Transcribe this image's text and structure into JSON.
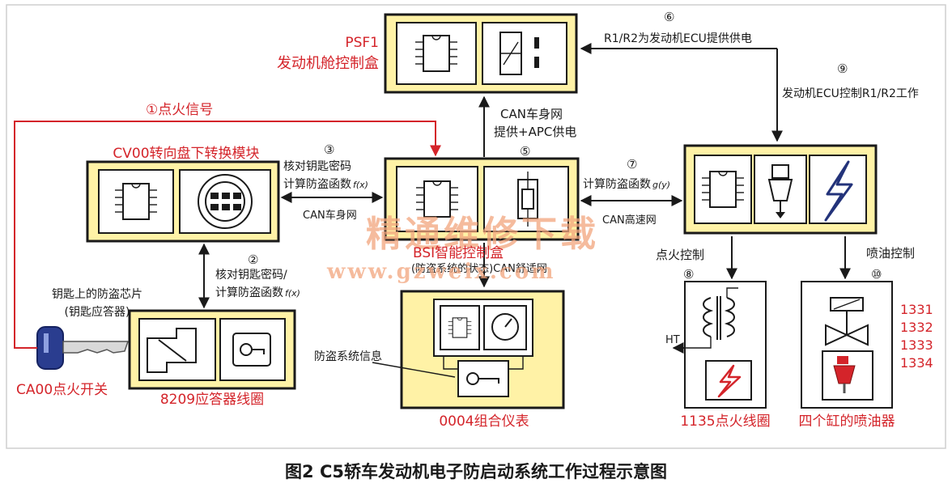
{
  "caption": "图2 C5轿车发动机电子防启动系统工作过程示意图",
  "watermark": {
    "text": "精通维修下载",
    "url": "www.gzweix.com"
  },
  "components": {
    "psf1": {
      "line1": "PSF1",
      "line2": "发动机舱控制盒"
    },
    "cv00": {
      "label": "CV00转向盘下转换模块"
    },
    "bsi": {
      "label": "BSI智能控制盒",
      "sublabel": "(防盗系统的状态)CAN舒适网"
    },
    "ecu": {
      "label": ""
    },
    "key": {
      "label_line1": "钥匙上的防盗芯片",
      "label_line2": "(钥匙应答器)",
      "switch_label": "CA00点火开关"
    },
    "coil8209": {
      "label": "8209应答器线圈"
    },
    "cluster": {
      "label": "0004组合仪表",
      "info_label": "防盗系统信息"
    },
    "ignition_coil": {
      "label": "1135点火线圈",
      "ht_label": "HT"
    },
    "injectors": {
      "label": "四个缸的喷油器",
      "codes": [
        "1331",
        "1332",
        "1333",
        "1334"
      ]
    }
  },
  "connections": {
    "c1": {
      "num": "①",
      "text": "点火信号"
    },
    "c2": {
      "num": "②",
      "line1": "核对钥匙密码/",
      "line2": "计算防盗函数",
      "fx": "f(x)"
    },
    "c3": {
      "num": "③",
      "line1": "核对钥匙密码",
      "line2": "计算防盗函数",
      "fx": "f(x)",
      "bus": "CAN车身网"
    },
    "c4": {
      "line1": "CAN车身网",
      "line2": "提供+APC供电"
    },
    "c5": {
      "num": "⑤"
    },
    "c6": {
      "num": "⑥",
      "text": "R1/R2为发动机ECU提供供电"
    },
    "c7": {
      "num": "⑦",
      "line1": "计算防盗函数",
      "gy": "g(y)",
      "bus": "CAN高速网"
    },
    "c8": {
      "num": "⑧",
      "text": "点火控制"
    },
    "c9": {
      "num": "⑨",
      "text": "发动机ECU控制R1/R2工作"
    },
    "c10": {
      "num": "⑩",
      "text": "喷油控制"
    }
  },
  "colors": {
    "box_fill": "#fff2a6",
    "red": "#d4242a",
    "blue": "#23337a",
    "key_blue": "#2a3d8f"
  }
}
